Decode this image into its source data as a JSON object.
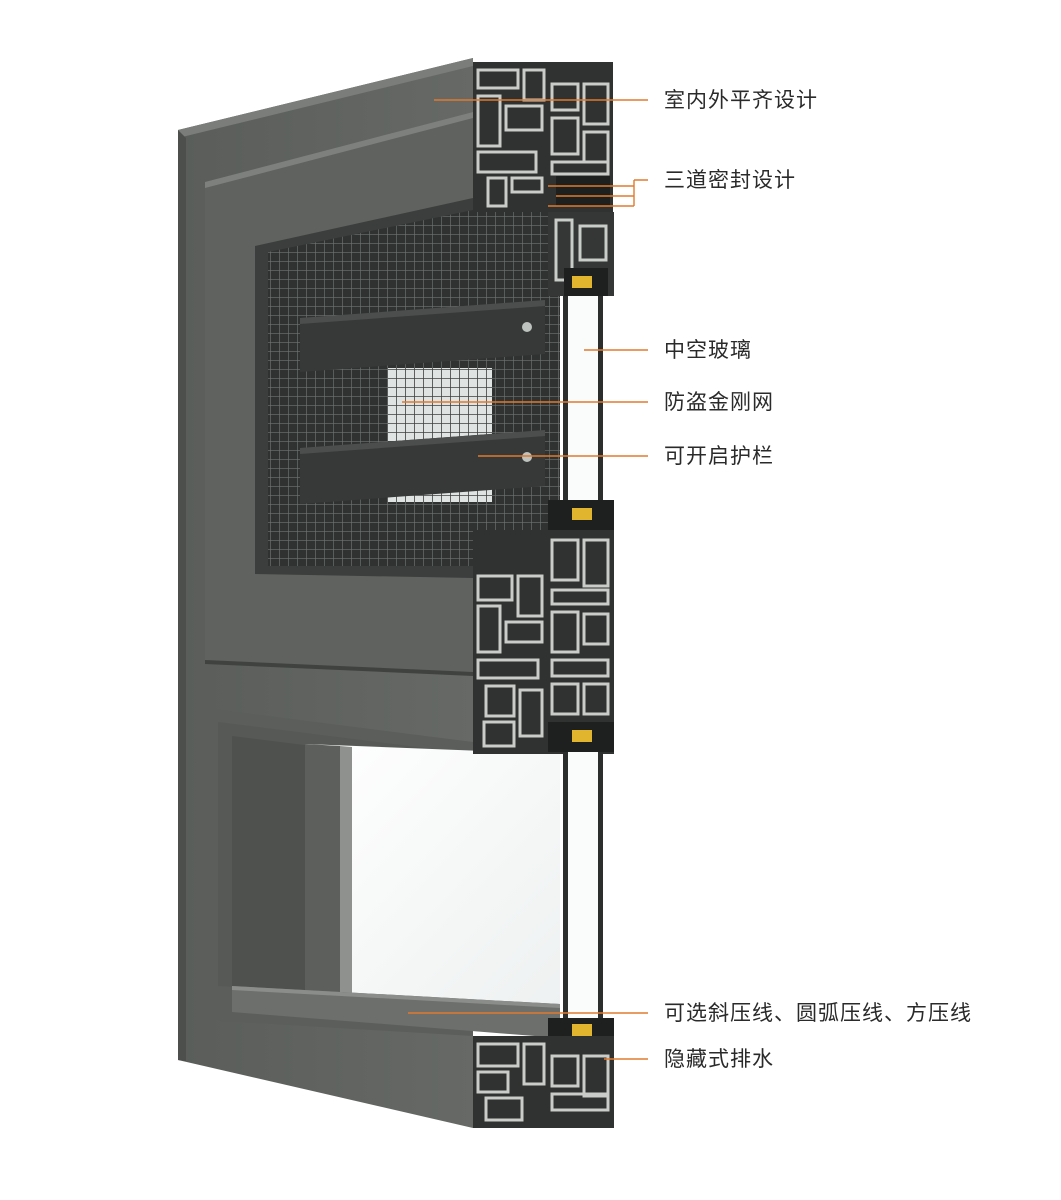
{
  "callouts": [
    {
      "id": "flush-design",
      "text": "室内外平齐设计"
    },
    {
      "id": "triple-seal",
      "text": "三道密封设计"
    },
    {
      "id": "insulated-glass",
      "text": "中空玻璃"
    },
    {
      "id": "security-mesh",
      "text": "防盗金刚网"
    },
    {
      "id": "openable-guardrail",
      "text": "可开启护栏"
    },
    {
      "id": "glazing-beads",
      "text": "可选斜压线、圆弧压线、方压线"
    },
    {
      "id": "hidden-drainage",
      "text": "隐藏式排水"
    }
  ],
  "colors": {
    "frame": "#5d605d",
    "frame_light": "#6b6e6b",
    "frame_dark": "#3f423f",
    "profile": "#2f3230",
    "profile_cut": "#c9ccc8",
    "mesh": "#3a3d3b",
    "glass": "#f4f6f6",
    "spacer": "#e2b52e",
    "leader": "#e07a2e"
  }
}
